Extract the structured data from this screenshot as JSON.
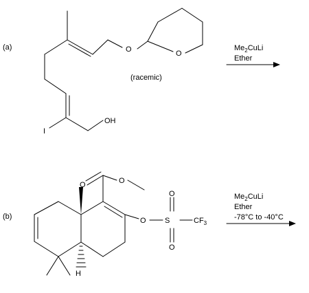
{
  "reaction_a": {
    "label": "(a)",
    "note": "(racemic)",
    "atoms": {
      "O1": "O",
      "O2": "O",
      "OH": "OH",
      "I": "I"
    },
    "conditions": {
      "reagent_main": "Me",
      "reagent_sub": "2",
      "reagent_rest": "CuLi",
      "solvent": "Ether"
    }
  },
  "reaction_b": {
    "label": "(b)",
    "atoms": {
      "O_carbonyl": "O",
      "O_ester": "O",
      "O_triflate": "O",
      "S": "S",
      "O_s_top": "O",
      "O_s_bottom": "O",
      "CF3_main": "CF",
      "CF3_sub": "3",
      "H": "H"
    },
    "conditions": {
      "reagent_main": "Me",
      "reagent_sub": "2",
      "reagent_rest": "CuLi",
      "solvent": "Ether",
      "temperature": "-78°C to -40°C"
    }
  }
}
